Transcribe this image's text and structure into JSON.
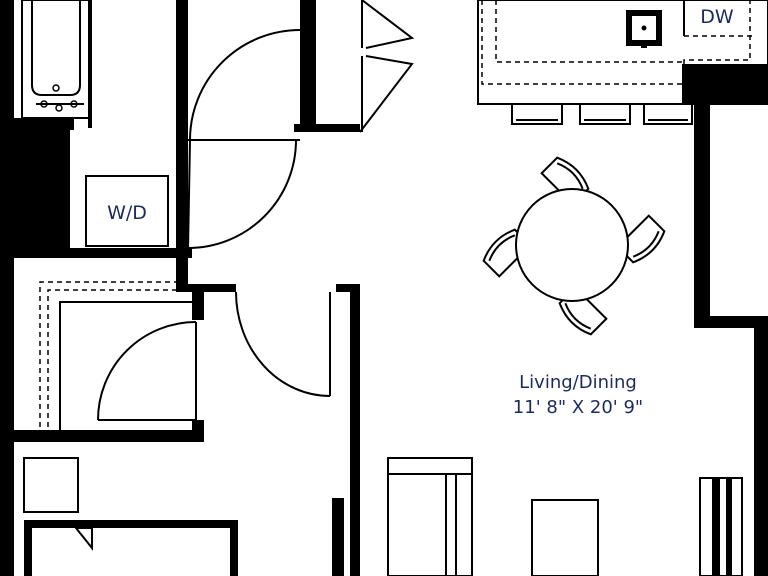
{
  "labels": {
    "dishwasher": "DW",
    "washer_dryer": "W/D",
    "room_name": "Living/Dining",
    "room_dims": "11' 8\" X 20' 9\""
  },
  "colors": {
    "label_text": "#1c2a5c",
    "walls": "#000000",
    "background": "#ffffff"
  },
  "icons": [
    "bathtub-icon",
    "sink-icon",
    "dining-table-icon",
    "chair-icon",
    "sofa-icon",
    "door-swing-icon",
    "bar-stool-icon"
  ]
}
